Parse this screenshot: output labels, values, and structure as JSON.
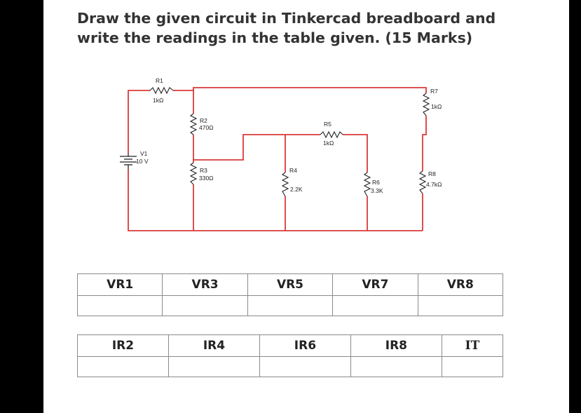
{
  "instructions": {
    "line1": "Draw the given circuit in Tinkercad breadboard and",
    "line2": "write the readings in the table given. (15 Marks)"
  },
  "circuit": {
    "source": {
      "name": "V1",
      "value": "10 V"
    },
    "resistors": [
      {
        "name": "R1",
        "value": "1kΩ"
      },
      {
        "name": "R2",
        "value": "470Ω"
      },
      {
        "name": "R3",
        "value": "330Ω"
      },
      {
        "name": "R4",
        "value": "2.2K"
      },
      {
        "name": "R5",
        "value": "1kΩ"
      },
      {
        "name": "R6",
        "value": "3.3K"
      },
      {
        "name": "R7",
        "value": "1kΩ"
      },
      {
        "name": "R8",
        "value": "4.7kΩ"
      }
    ],
    "colors": {
      "wire": "#d93a3a",
      "component": "#222222"
    }
  },
  "tables": {
    "voltages": {
      "headers": [
        "VR1",
        "VR3",
        "VR5",
        "VR7",
        "VR8"
      ],
      "values": [
        "",
        "",
        "",
        "",
        ""
      ]
    },
    "currents": {
      "headers": [
        "IR2",
        "IR4",
        "IR6",
        "IR8",
        "IT"
      ],
      "values": [
        "",
        "",
        "",
        "",
        ""
      ]
    }
  }
}
